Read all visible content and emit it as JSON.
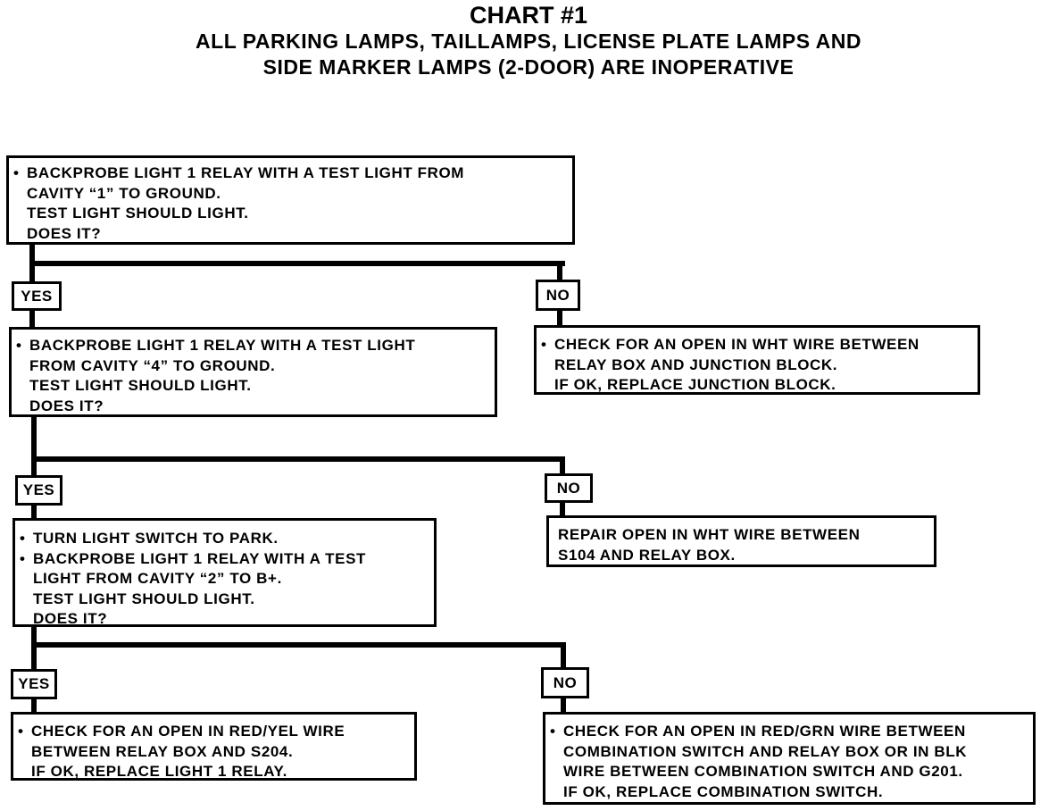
{
  "title": {
    "line1": "CHART #1",
    "line2": "ALL PARKING LAMPS, TAILLAMPS, LICENSE PLATE LAMPS AND",
    "line3": "SIDE MARKER LAMPS (2-DOOR) ARE INOPERATIVE"
  },
  "step1": {
    "lines": [
      "BACKPROBE LIGHT 1 RELAY WITH A TEST LIGHT FROM",
      "CAVITY “1” TO GROUND.",
      "TEST LIGHT SHOULD LIGHT.",
      "DOES IT?"
    ],
    "yes": "YES",
    "no": "NO",
    "no_result": [
      "CHECK FOR AN OPEN IN WHT WIRE BETWEEN",
      "RELAY BOX AND JUNCTION BLOCK.",
      "IF OK, REPLACE JUNCTION BLOCK."
    ]
  },
  "step2": {
    "lines": [
      "BACKPROBE LIGHT 1 RELAY WITH A TEST LIGHT",
      "FROM CAVITY “4” TO GROUND.",
      "TEST LIGHT SHOULD LIGHT.",
      "DOES IT?"
    ],
    "yes": "YES",
    "no": "NO",
    "no_result": [
      "REPAIR OPEN IN WHT WIRE BETWEEN",
      "S104 AND RELAY BOX."
    ]
  },
  "step3": {
    "lines": [
      "TURN LIGHT SWITCH TO PARK.",
      "BACKPROBE LIGHT 1 RELAY WITH A TEST",
      "LIGHT FROM CAVITY “2” TO B+.",
      "TEST LIGHT SHOULD LIGHT.",
      "DOES IT?"
    ],
    "yes": "YES",
    "no": "NO",
    "yes_result": [
      "CHECK FOR AN OPEN IN RED/YEL WIRE",
      "BETWEEN RELAY BOX AND S204.",
      "IF OK, REPLACE LIGHT 1 RELAY."
    ],
    "no_result": [
      "CHECK FOR AN OPEN IN RED/GRN WIRE BETWEEN",
      "COMBINATION SWITCH AND RELAY BOX OR IN BLK",
      "WIRE BETWEEN COMBINATION SWITCH AND G201.",
      "IF OK, REPLACE COMBINATION SWITCH."
    ]
  }
}
